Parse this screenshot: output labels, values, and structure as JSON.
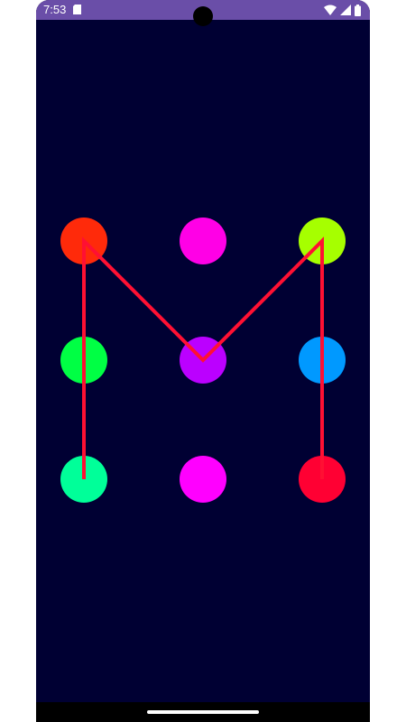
{
  "status_bar": {
    "time": "7:53",
    "background": "#6a4ea8",
    "icons": [
      "sd-card-icon",
      "wifi-icon",
      "signal-icon",
      "battery-icon"
    ]
  },
  "app": {
    "background": "#000033",
    "dot_grid": {
      "rows": 3,
      "cols": 3,
      "dots": [
        {
          "row": 0,
          "col": 0,
          "color": "#ff2a0a"
        },
        {
          "row": 0,
          "col": 1,
          "color": "#ff00e6"
        },
        {
          "row": 0,
          "col": 2,
          "color": "#a6ff00"
        },
        {
          "row": 1,
          "col": 0,
          "color": "#00ff44"
        },
        {
          "row": 1,
          "col": 1,
          "color": "#bb00ff"
        },
        {
          "row": 1,
          "col": 2,
          "color": "#0099ff"
        },
        {
          "row": 2,
          "col": 0,
          "color": "#00ff99"
        },
        {
          "row": 2,
          "col": 1,
          "color": "#ff00ff"
        },
        {
          "row": 2,
          "col": 2,
          "color": "#ff0033"
        }
      ]
    },
    "pattern": {
      "color": "#ff1033",
      "sequence": [
        [
          2,
          0
        ],
        [
          0,
          0
        ],
        [
          1,
          1
        ],
        [
          0,
          2
        ],
        [
          2,
          2
        ]
      ]
    }
  }
}
